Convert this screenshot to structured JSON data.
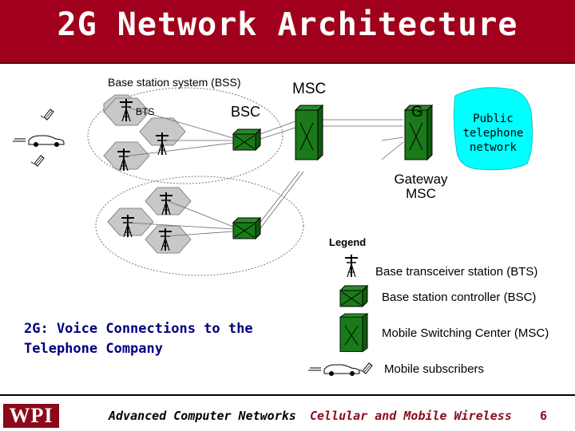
{
  "slide": {
    "title": "2G Network Architecture",
    "page_number": "6"
  },
  "diagram": {
    "bss_label": "Base station system (BSS)",
    "bts_label": "BTS",
    "bsc_label": "BSC",
    "msc_label": "MSC",
    "g_label": "G",
    "gateway_label_line1": "Gateway",
    "gateway_label_line2": "MSC",
    "pstn_line1": "Public",
    "pstn_line2": "telephone",
    "pstn_line3": "network",
    "pstn_color": "#00ffff",
    "equipment_color": "#1a7a1a",
    "hex_color": "#c8c8c8"
  },
  "legend": {
    "title": "Legend",
    "items": [
      {
        "icon": "antenna-icon",
        "label": "Base transceiver station (BTS)"
      },
      {
        "icon": "bsc-box-icon",
        "label": "Base station controller (BSC)"
      },
      {
        "icon": "msc-box-icon",
        "label": "Mobile Switching Center (MSC)"
      },
      {
        "icon": "car-phone-icon",
        "label": "Mobile subscribers"
      }
    ]
  },
  "caption": {
    "line1": "2G: Voice Connections to the",
    "line2": "Telephone Company"
  },
  "footer": {
    "logo_text": "WPI",
    "left_text": "Advanced Computer Networks",
    "right_text": "Cellular and Mobile Wireless",
    "left_color": "#000000",
    "right_color": "#8a0a1c"
  }
}
